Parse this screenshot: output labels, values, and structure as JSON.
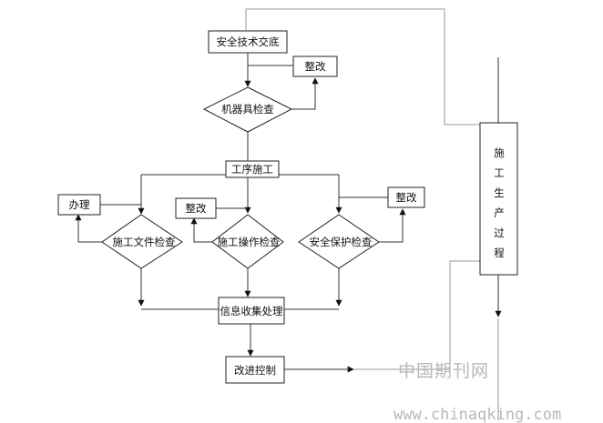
{
  "nodes": {
    "safety_briefing": "安全技术交底",
    "rectify_1": "整改",
    "machine_check": "机器具检查",
    "process_construction": "工序施工",
    "handle": "办理",
    "rectify_2": "整改",
    "rectify_3": "整改",
    "doc_check": "施工文件检查",
    "operation_check": "施工操作检查",
    "safety_protection_check": "安全保护检查",
    "info_processing": "信息收集处理",
    "improvement_control": "改进控制",
    "construction_process": "施工生产过程"
  },
  "watermark": {
    "line1": "中国期刊网",
    "line2": "www.chinaqking.com"
  }
}
